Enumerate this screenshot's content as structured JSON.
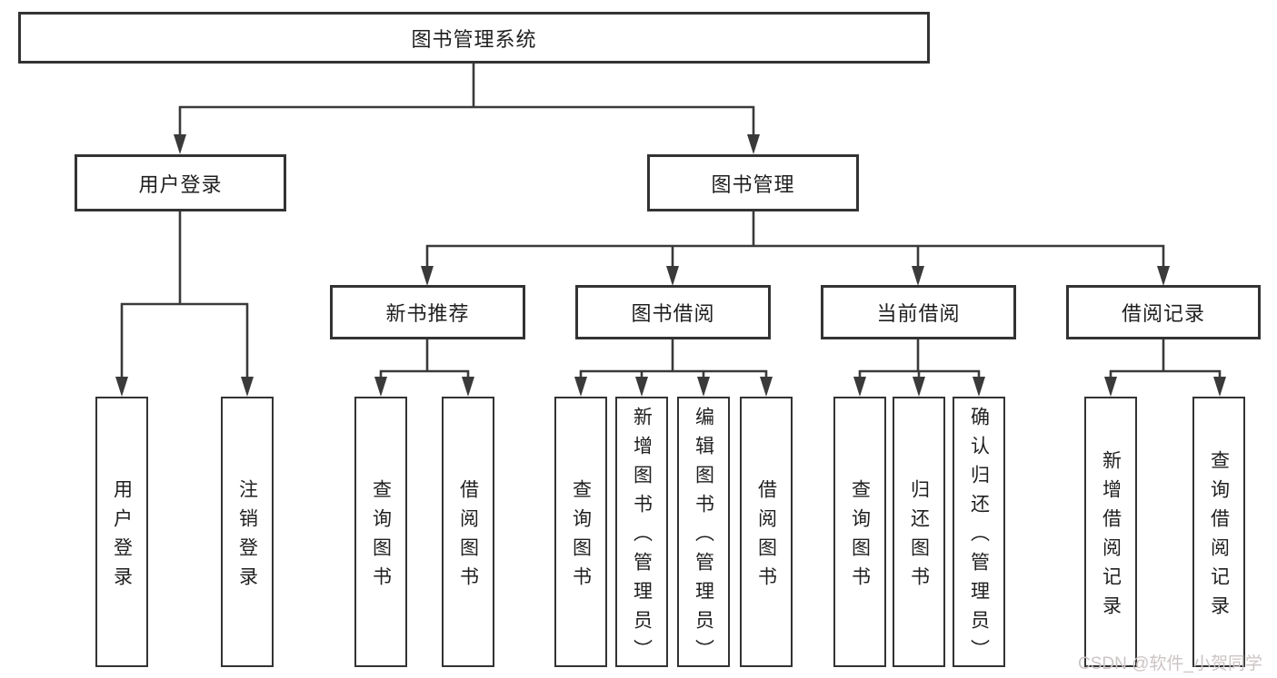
{
  "colors": {
    "line": "#3a3a3a",
    "box_border": "#333333",
    "text": "#1f1f1f",
    "watermark": "#ccc4c4",
    "background": "#ffffff"
  },
  "diagram": {
    "root": "图书管理系统",
    "level2": {
      "user_login": "用户登录",
      "book_mgmt": "图书管理"
    },
    "level3": {
      "new_books": "新书推荐",
      "book_borrow": "图书借阅",
      "current_borrow": "当前借阅",
      "borrow_records": "借阅记录"
    },
    "leaves": {
      "user_login_1": "用户登录",
      "user_login_2": "注销登录",
      "new_books_1": "查询图书",
      "new_books_2": "借阅图书",
      "book_borrow_1": "查询图书",
      "book_borrow_2": "新增图书（管理员）",
      "book_borrow_3": "编辑图书（管理员）",
      "book_borrow_4": "借阅图书",
      "current_1": "查询图书",
      "current_2": "归还图书",
      "current_3": "确认归还（管理员）",
      "records_1": "新增借阅记录",
      "records_2": "查询借阅记录"
    }
  },
  "watermark": "CSDN @软件_小贺同学"
}
